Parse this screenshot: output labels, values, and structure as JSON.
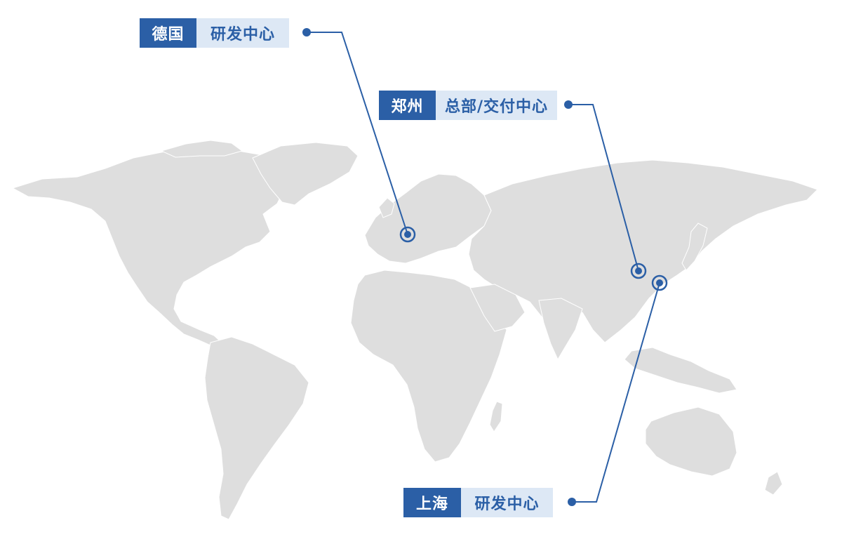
{
  "map": {
    "locations": [
      {
        "id": "germany",
        "city": "德国",
        "role": "研发中心"
      },
      {
        "id": "zhengzhou",
        "city": "郑州",
        "role": "总部/交付中心"
      },
      {
        "id": "shanghai",
        "city": "上海",
        "role": "研发中心"
      }
    ]
  },
  "colors": {
    "accent": "#2b5fa6",
    "label_bg": "#dde8f5",
    "land": "#dedede",
    "background": "#ffffff"
  }
}
